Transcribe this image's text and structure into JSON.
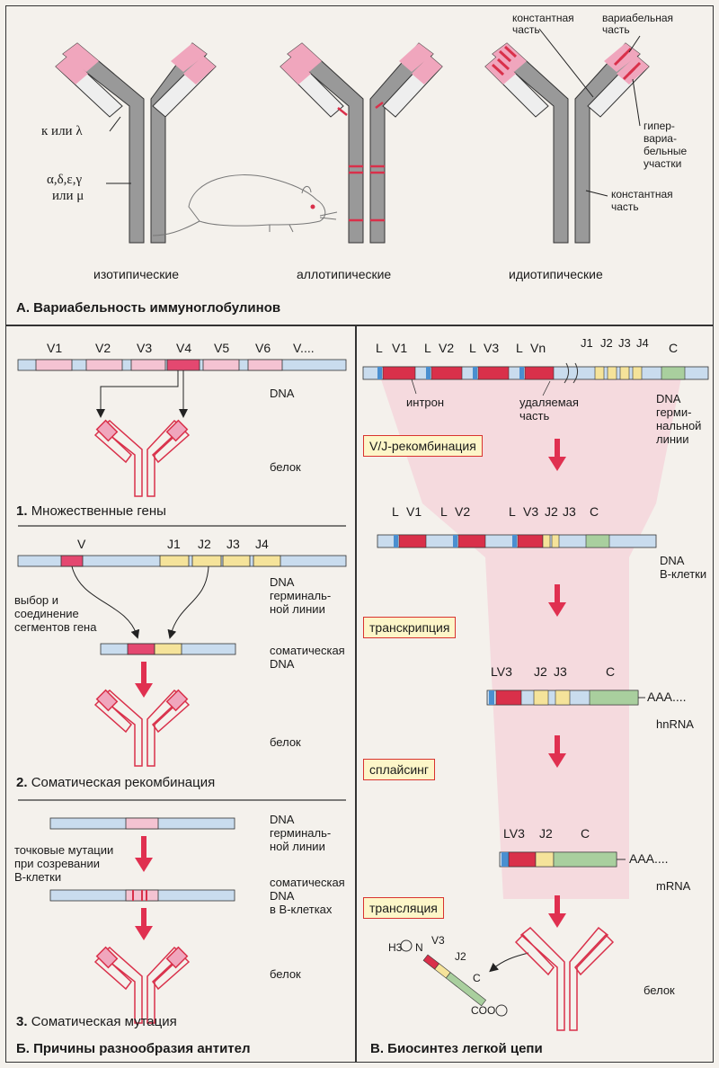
{
  "panel_a": {
    "title": "А. Вариабельность иммуноглобулинов",
    "label_light": "к или λ",
    "label_heavy_1": "α,δ,ε,γ",
    "label_heavy_2": "или μ",
    "label_const_top_1": "константная",
    "label_const_top_2": "часть",
    "label_var_1": "вариабельная",
    "label_var_2": "часть",
    "label_hyper_1": "гипер-",
    "label_hyper_2": "вариа-",
    "label_hyper_3": "бельные",
    "label_hyper_4": "участки",
    "label_const_bot_1": "константная",
    "label_const_bot_2": "часть",
    "cap_iso": "изотипические",
    "cap_allo": "аллотипические",
    "cap_idio": "идиотипические"
  },
  "panel_b": {
    "title": "Б. Причины разнообразия антител",
    "s1": {
      "num": "1.",
      "title": "Множественные гены",
      "segments": [
        "V1",
        "V2",
        "V3",
        "V4",
        "V5",
        "V6",
        "V...."
      ],
      "dna": "DNA",
      "protein": "белок"
    },
    "s2": {
      "num": "2.",
      "title": "Соматическая рекомбинация",
      "v": "V",
      "j": [
        "J1",
        "J2",
        "J3",
        "J4"
      ],
      "dna_germ_1": "DNA",
      "dna_germ_2": "герминаль-",
      "dna_germ_3": "ной линии",
      "select_1": "выбор и",
      "select_2": "соединение",
      "select_3": "сегментов гена",
      "somatic_1": "соматическая",
      "somatic_2": "DNA",
      "protein": "белок"
    },
    "s3": {
      "num": "3.",
      "title": "Соматическая мутация",
      "dna_germ_1": "DNA",
      "dna_germ_2": "герминаль-",
      "dna_germ_3": "ной линии",
      "point_1": "точковые мутации",
      "point_2": "при созревании",
      "point_3": "В-клетки",
      "somatic_1": "соматическая",
      "somatic_2": "DNA",
      "somatic_3": "в В-клетках",
      "protein": "белок"
    }
  },
  "panel_c": {
    "title": "В. Биосинтез легкой цепи",
    "top_labels": [
      "L",
      "V1",
      "L",
      "V2",
      "L",
      "V3",
      "L",
      "Vn"
    ],
    "j_labels": [
      "J1",
      "J2",
      "J3",
      "J4"
    ],
    "c_label": "C",
    "intron": "интрон",
    "removed_1": "удаляемая",
    "removed_2": "часть",
    "dna_germ_1": "DNA",
    "dna_germ_2": "герми-",
    "dna_germ_3": "нальной",
    "dna_germ_4": "линии",
    "step_vj": "V/J-рекомбинация",
    "b_labels": [
      "L",
      "V1",
      "L",
      "V2",
      "L",
      "V3",
      "J2",
      "J3",
      "C"
    ],
    "dna_b_1": "DNA",
    "dna_b_2": "В-клетки",
    "step_tr": "транскрипция",
    "hn_labels": [
      "LV3",
      "J2",
      "J3",
      "C"
    ],
    "hn_tail": "AAA....",
    "hnrna": "hnRNA",
    "step_sp": "сплайсинг",
    "m_labels": [
      "LV3",
      "J2",
      "C"
    ],
    "m_tail": "AAA....",
    "mrna": "mRNA",
    "step_tl": "трансляция",
    "chain_n": "H3",
    "chain_n2": "N",
    "chain_v": "V3",
    "chain_j": "J2",
    "chain_c": "C",
    "chain_coo": "COO",
    "protein": "белок"
  },
  "colors": {
    "pink": "#f0a6bd",
    "red": "#d9304a",
    "yellow": "#f5e39a",
    "green": "#a9cf9e",
    "blue": "#c9dcee",
    "gray": "#9a9a9a"
  }
}
